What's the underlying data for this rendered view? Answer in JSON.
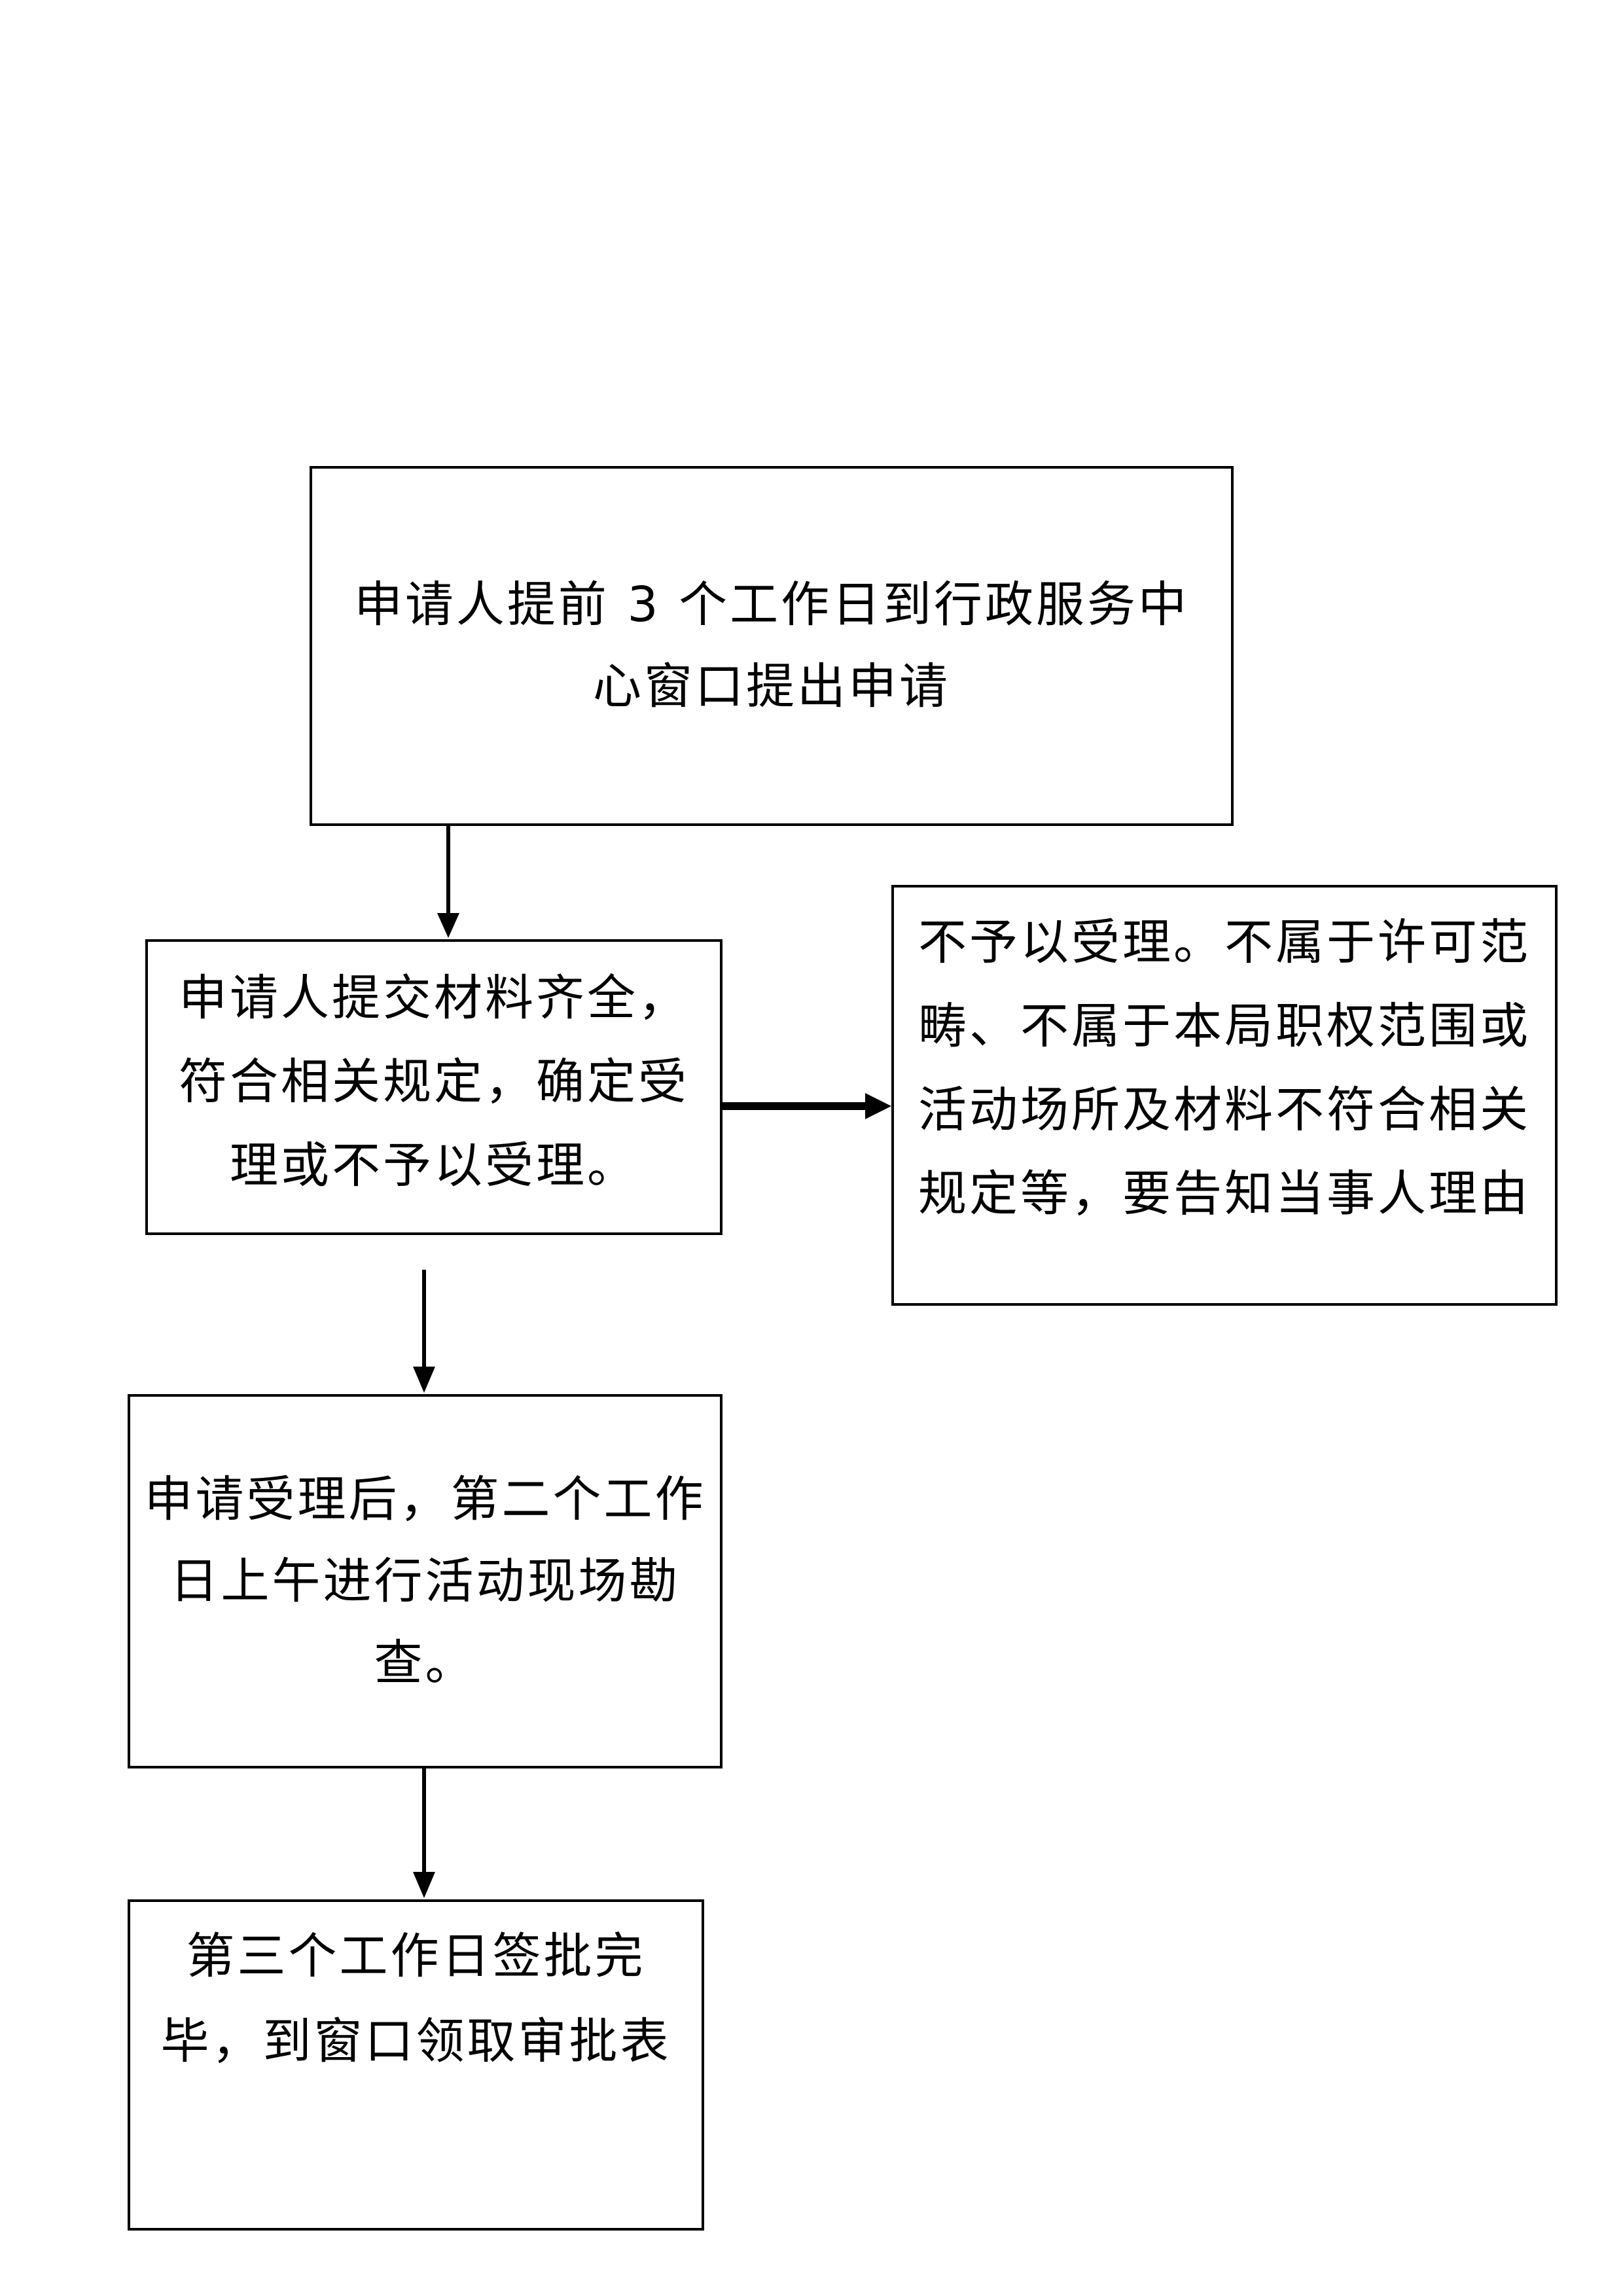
{
  "flowchart": {
    "nodes": {
      "step1": "申请人提前 3 个工作日到行政服务中心窗口提出申请",
      "step2": "申请人提交材料齐全，符合相关规定，确定受理或不予以受理。",
      "reject": "不予以受理。不属于许可范畴、不属于本局职权范围或活动场所及材料不符合相关规定等，要告知当事人理由",
      "step3": "申请受理后，第二个工作日上午进行活动现场勘查。",
      "step4": "第三个工作日签批完毕，到窗口领取审批表"
    },
    "edges": [
      {
        "from": "step1",
        "to": "step2"
      },
      {
        "from": "step2",
        "to": "reject"
      },
      {
        "from": "step2",
        "to": "step3"
      },
      {
        "from": "step3",
        "to": "step4"
      }
    ]
  },
  "colors": {
    "line": "#000000",
    "background": "#ffffff"
  }
}
